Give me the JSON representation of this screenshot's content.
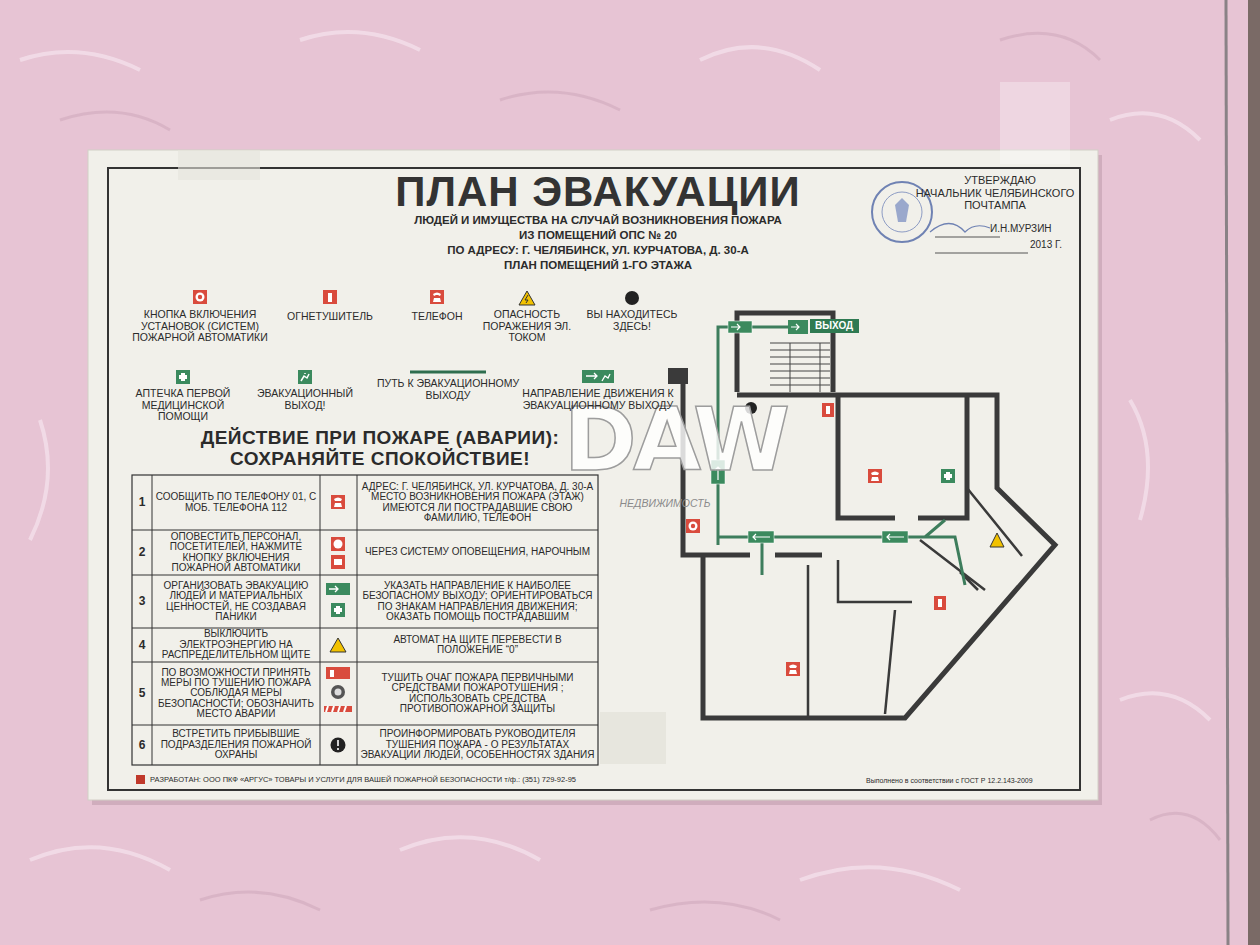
{
  "diagram": {
    "title": "ПЛАН ЭВАКУАЦИИ",
    "nodes": [
      {
        "text": [
          "ВЫХОД"
        ]
      }
    ],
    "labels": [
      "ЛЮДЕЙ И ИМУЩЕСТВА НА СЛУЧАЙ ВОЗНИКНОВЕНИЯ ПОЖАРА",
      "ИЗ ПОМЕЩЕНИЙ ОПС № 20",
      "ПО АДРЕСУ: Г. ЧЕЛЯБИНСК, УЛ. КУРЧАТОВА, Д. 30-А",
      "ПЛАН ПОМЕЩЕНИЙ 1-ГО ЭТАЖА",
      "УТВЕРЖДАЮ",
      "НАЧАЛЬНИК ЧЕЛЯБИНСКОГО ПОЧТАМПА",
      "И.Н.МУРЗИН",
      "2013 Г.",
      "ДЕЙСТВИЕ ПРИ ПОЖАРЕ (АВАРИИ): СОХРАНЯЙТЕ СПОКОЙСТВИЕ!",
      "1",
      "СООБЩИТЬ ПО ТЕЛЕФОНУ 01, С МОБ. ТЕЛЕФОНА 112",
      "АДРЕС: Г. ЧЕЛЯБИНСК, УЛ. КУРЧАТОВА, Д. 30-А МЕСТО ВОЗНИКНОВЕНИЯ ПОЖАРА (ЭТАЖ) ИМЕЮТСЯ ЛИ ПОСТРАДАВШИЕ СВОЮ ФАМИЛИЮ, ТЕЛЕФОН",
      "2",
      "ОПОВЕСТИТЬ ПЕРСОНАЛ, ПОСЕТИТЕЛЕЙ, НАЖМИТЕ КНОПКУ ВКЛЮЧЕНИЯ ПОЖАРНОЙ АВТОМАТИКИ",
      "ЧЕРЕЗ СИСТЕМУ ОПОВЕЩЕНИЯ, НАРОЧНЫМ",
      "3",
      "ОРГАНИЗОВАТЬ ЭВАКУАЦИЮ ЛЮДЕЙ И МАТЕРИАЛЬНЫХ ЦЕННОСТЕЙ, НЕ СОЗДАВАЯ ПАНИКИ",
      "УКАЗАТЬ НАПРАВЛЕНИЕ К НАИБОЛЕЕ БЕЗОПАСНОМУ ВЫХОДУ; ОРИЕНТИРОВАТЬСЯ ПО ЗНАКАМ НАПРАВЛЕНИЯ ДВИЖЕНИЯ; ОКАЗАТЬ ПОМОЩЬ ПОСТРАДАВШИМ",
      "4",
      "ВЫКЛЮЧИТЬ ЭЛЕКТРОЭНЕРГИЮ НА РАСПРЕДЕЛИТЕЛЬНОМ ЩИТЕ",
      "АВТОМАТ НА ЩИТЕ ПЕРЕВЕСТИ В ПОЛОЖЕНИЕ “0”",
      "5",
      "ПО ВОЗМОЖНОСТИ ПРИНЯТЬ МЕРЫ ПО ТУШЕНИЮ ПОЖАРА СОБЛЮДАЯ МЕРЫ БЕЗОПАСНОСТИ; ОБОЗНАЧИТЬ МЕСТО АВАРИИ",
      "ТУШИТЬ ОЧАГ ПОЖАРА ПЕРВИЧНЫМИ СРЕДСТВАМИ ПОЖАРОТУШЕНИЯ ; ИСПОЛЬЗОВАТЬ СРЕДСТВА ПРОТИВОПОЖАРНОЙ ЗАЩИТЫ",
      "6",
      "ВСТРЕТИТЬ ПРИБЫВШИЕ ПОДРАЗДЕЛЕНИЯ ПОЖАРНОЙ ОХРАНЫ",
      "ПРОИНФОРМИРОВАТЬ РУКОВОДИТЕЛЯ ТУШЕНИЯ ПОЖАРА - О РЕЗУЛЬТАТАХ ЭВАКУАЦИИ ЛЮДЕЙ, ОСОБЕННОСТЯХ ЗДАНИЯ",
      "РАЗРАБОТАН: ООО ПКФ «АРГУС» ТОВАРЫ И УСЛУГИ ДЛЯ ВАШЕЙ ПОЖАРНОЙ БЕЗОПАСНОСТИ т/ф.: (351) 729-92-95",
      "Выполнено в соответствии с ГОСТ Р 12.2.143-2009",
      "DAW",
      "НЕДВИЖИМОСТЬ"
    ],
    "legend": [
      {
        "text": "КНОПКА ВКЛЮЧЕНИЯ УСТАНОВОК (СИСТЕМ) ПОЖАРНОЙ АВТОМАТИКИ"
      },
      {
        "text": "ОГНЕТУШИТЕЛЬ"
      },
      {
        "text": "ТЕЛЕФОН"
      },
      {
        "text": "ОПАСНОСТЬ ПОРАЖЕНИЯ ЭЛ. ТОКОМ"
      },
      {
        "text": "ВЫ НАХОДИТЕСЬ ЗДЕСЬ!"
      },
      {
        "text": "АПТЕЧКА ПЕРВОЙ МЕДИЦИНСКОЙ ПОМОЩИ"
      },
      {
        "text": "ЭВАКУАЦИОННЫЙ ВЫХОД!"
      },
      {
        "text": "ПУТЬ К ЭВАКУАЦИОННОМУ ВЫХОДУ"
      },
      {
        "text": "НАПРАВЛЕНИЕ ДВИЖЕНИЯ К ЭВАКУАЦИОННОМУ ВЫХОДУ"
      }
    ]
  }
}
